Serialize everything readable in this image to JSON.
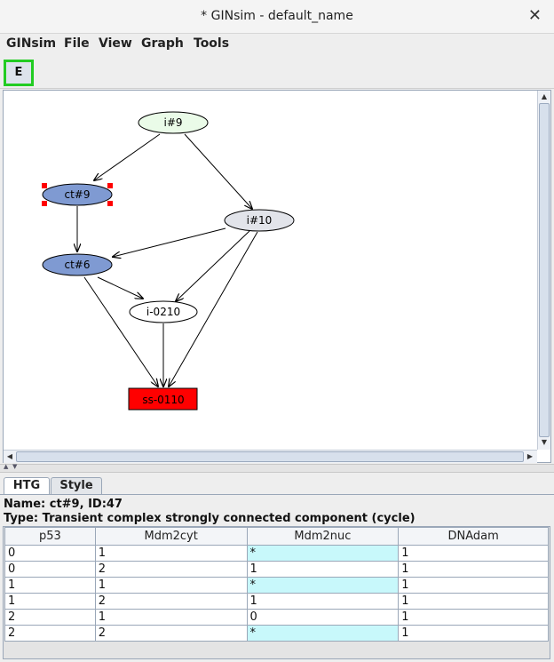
{
  "window": {
    "title": "* GINsim - default_name",
    "close": "✕"
  },
  "menu": [
    "GINsim",
    "File",
    "View",
    "Graph",
    "Tools"
  ],
  "toolbar": {
    "e_button": "E"
  },
  "graph": {
    "nodes": {
      "i9": "i#9",
      "ct9": "ct#9",
      "i10": "i#10",
      "ct6": "ct#6",
      "i0210": "i-0210",
      "ss0110": "ss-0110"
    },
    "colors": {
      "i9_fill": "#eafbe8",
      "ct_fill": "#7f9ad2",
      "i10_fill": "#e2e4ea",
      "ss_fill": "#ff0000",
      "selection": "#ff0000"
    }
  },
  "tabs": {
    "htg": "HTG",
    "style": "Style"
  },
  "details": {
    "name_line": "Name: ct#9, ID:47",
    "type_line": "Type: Transient complex strongly connected component (cycle)"
  },
  "table": {
    "columns": [
      "p53",
      "Mdm2cyt",
      "Mdm2nuc",
      "DNAdam"
    ],
    "rows": [
      [
        "0",
        "1",
        "*",
        "1"
      ],
      [
        "0",
        "2",
        "1",
        "1"
      ],
      [
        "1",
        "1",
        "*",
        "1"
      ],
      [
        "1",
        "2",
        "1",
        "1"
      ],
      [
        "2",
        "1",
        "0",
        "1"
      ],
      [
        "2",
        "2",
        "*",
        "1"
      ]
    ]
  }
}
